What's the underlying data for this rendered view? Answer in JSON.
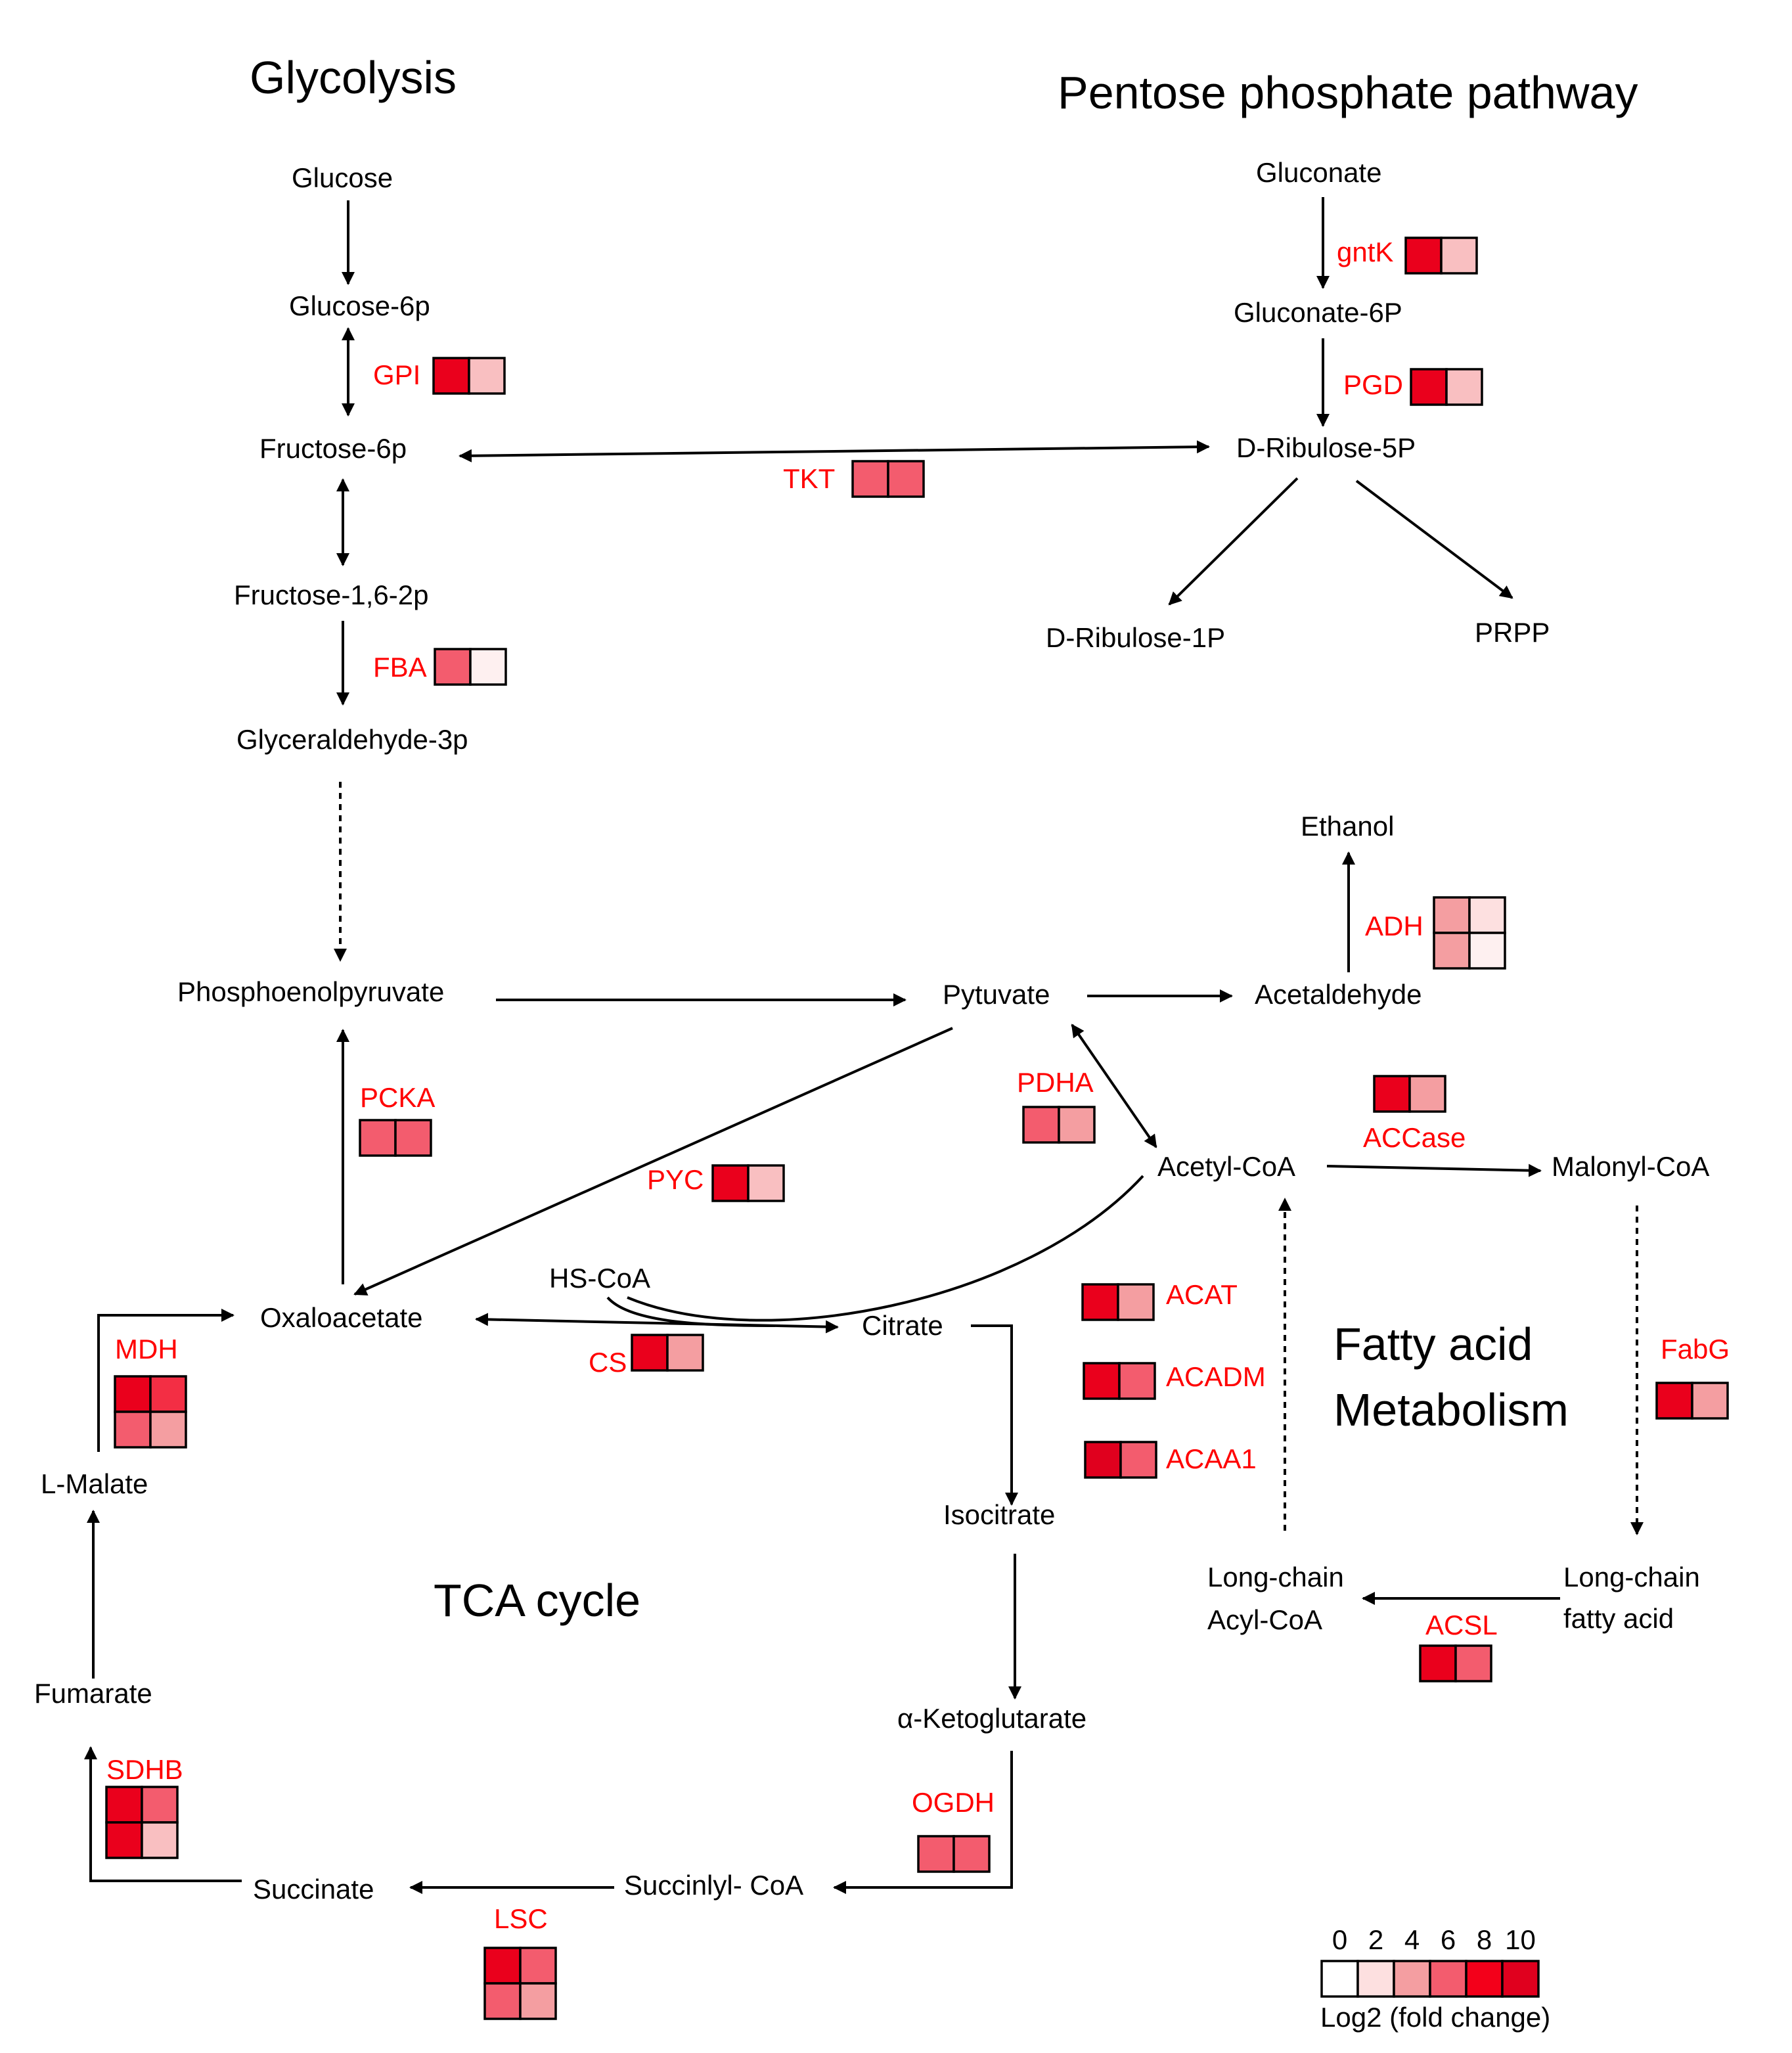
{
  "sections": {
    "glycolysis": "Glycolysis",
    "pentose_phosphate": "Pentose phosphate pathway",
    "fatty_acid_line1": "Fatty acid",
    "fatty_acid_line2": "Metabolism",
    "tca": "TCA cycle"
  },
  "metabolites": {
    "glucose": "Glucose",
    "glucose_6p": "Glucose-6p",
    "fructose_6p": "Fructose-6p",
    "fructose_16_2p": "Fructose-1,6-2p",
    "glyceraldehyde_3p": "Glyceraldehyde-3p",
    "phosphoenolpyruvate": "Phosphoenolpyruvate",
    "pyruvate": "Pytuvate",
    "acetaldehyde": "Acetaldehyde",
    "ethanol": "Ethanol",
    "gluconate": "Gluconate",
    "gluconate_6p": "Gluconate-6P",
    "d_ribulose_5p": "D-Ribulose-5P",
    "d_ribulose_1p": "D-Ribulose-1P",
    "prpp": "PRPP",
    "acetyl_coa": "Acetyl-CoA",
    "malonyl_coa": "Malonyl-CoA",
    "hs_coa": "HS-CoA",
    "oxaloacetate": "Oxaloacetate",
    "citrate": "Citrate",
    "isocitrate": "Isocitrate",
    "alpha_ketoglutarate": "α-Ketoglutarate",
    "succinyl_coa": "Succinlyl- CoA",
    "succinate": "Succinate",
    "fumarate": "Fumarate",
    "l_malate": "L-Malate",
    "long_chain_acyl_coa_line1": "Long-chain",
    "long_chain_acyl_coa_line2": "Acyl-CoA",
    "long_chain_fatty_acid_line1": "Long-chain",
    "long_chain_fatty_acid_line2": "fatty acid"
  },
  "enzymes": {
    "GPI": {
      "label": "GPI",
      "log2fc": [
        [
          9,
          3
        ]
      ]
    },
    "FBA": {
      "label": "FBA",
      "log2fc": [
        [
          6,
          1
        ]
      ]
    },
    "TKT": {
      "label": "TKT",
      "log2fc": [
        [
          6,
          6
        ]
      ]
    },
    "gntK": {
      "label": "gntK",
      "log2fc": [
        [
          9,
          3
        ]
      ]
    },
    "PGD": {
      "label": "PGD",
      "log2fc": [
        [
          9,
          3
        ]
      ]
    },
    "ADH": {
      "label": "ADH",
      "log2fc": [
        [
          4,
          2
        ],
        [
          4,
          1
        ]
      ]
    },
    "PCKA": {
      "label": "PCKA",
      "log2fc": [
        [
          6,
          6
        ]
      ]
    },
    "PDHA": {
      "label": "PDHA",
      "log2fc": [
        [
          6,
          4
        ]
      ]
    },
    "ACCase": {
      "label": "ACCase",
      "log2fc": [
        [
          9,
          4
        ]
      ]
    },
    "PYC": {
      "label": "PYC",
      "log2fc": [
        [
          9,
          3
        ]
      ]
    },
    "CS": {
      "label": "CS",
      "log2fc": [
        [
          9,
          4
        ]
      ]
    },
    "MDH": {
      "label": "MDH",
      "log2fc": [
        [
          9,
          7
        ],
        [
          6,
          4
        ]
      ]
    },
    "ACAT": {
      "label": "ACAT",
      "log2fc": [
        [
          9,
          4
        ]
      ]
    },
    "ACADM": {
      "label": "ACADM",
      "log2fc": [
        [
          9,
          6
        ]
      ]
    },
    "ACAA1": {
      "label": "ACAA1",
      "log2fc": [
        [
          10,
          6
        ]
      ]
    },
    "FabG": {
      "label": "FabG",
      "log2fc": [
        [
          9,
          4
        ]
      ]
    },
    "ACSL": {
      "label": "ACSL",
      "log2fc": [
        [
          9,
          6
        ]
      ]
    },
    "OGDH": {
      "label": "OGDH",
      "log2fc": [
        [
          6,
          6
        ]
      ]
    },
    "SDHB": {
      "label": "SDHB",
      "log2fc": [
        [
          9,
          6
        ],
        [
          9,
          3
        ]
      ]
    },
    "LSC": {
      "label": "LSC",
      "log2fc": [
        [
          9,
          6
        ],
        [
          6,
          4
        ]
      ]
    }
  },
  "legend": {
    "ticks": [
      "0",
      "2",
      "4",
      "6",
      "8",
      "10"
    ],
    "colors": [
      "#ffffff",
      "#fde0e0",
      "#f49ea1",
      "#f35c6e",
      "#f3001a",
      "#e0001e"
    ],
    "caption": "Log2 (fold change)"
  }
}
